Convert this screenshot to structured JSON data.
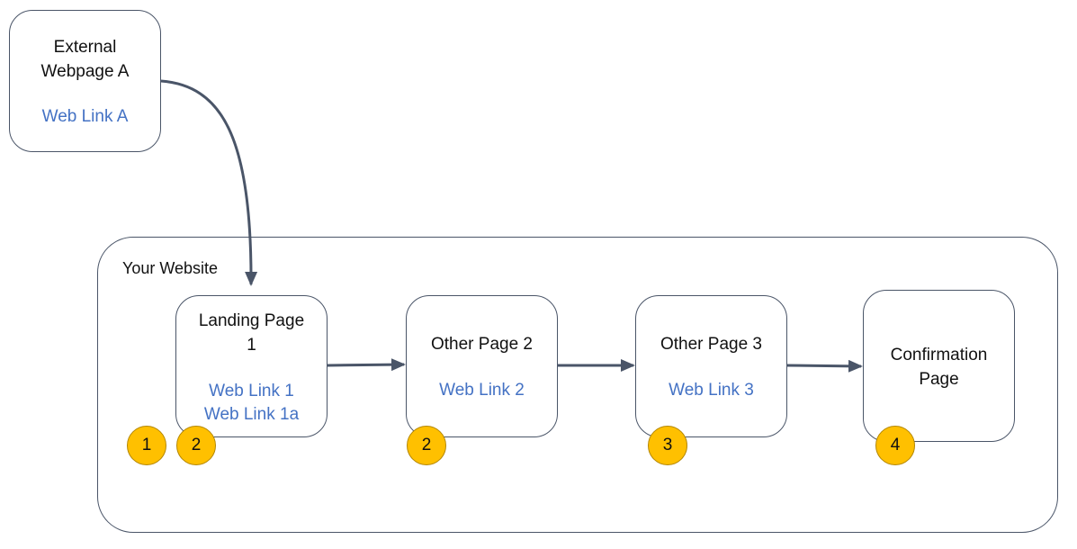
{
  "external_page": {
    "title_line1": "External",
    "title_line2": "Webpage A",
    "link": "Web Link A"
  },
  "website": {
    "label": "Your Website"
  },
  "pages": [
    {
      "title_line1": "Landing Page",
      "title_line2": "1",
      "links": [
        "Web Link 1",
        "Web Link 1a"
      ]
    },
    {
      "title_line1": "Other Page 2",
      "links": [
        "Web Link 2"
      ]
    },
    {
      "title_line1": "Other Page 3",
      "links": [
        "Web Link 3"
      ]
    },
    {
      "title_line1": "Confirmation",
      "title_line2": "Page",
      "links": []
    }
  ],
  "badges": [
    "1",
    "2",
    "2",
    "3",
    "4"
  ],
  "colors": {
    "link": "#4472c4",
    "badge_fill": "#ffc000",
    "stroke": "#4a5568"
  }
}
